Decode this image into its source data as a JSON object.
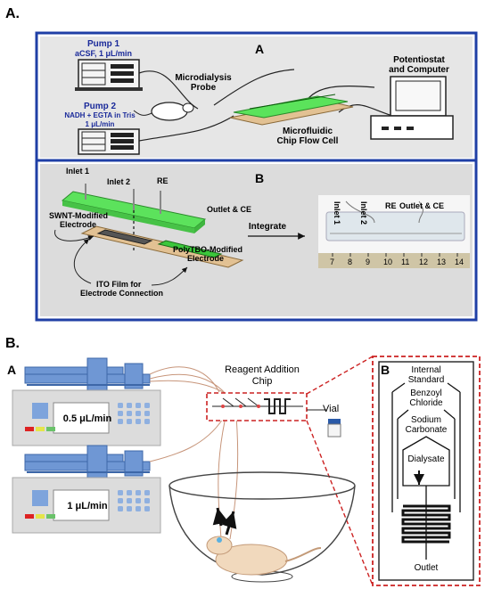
{
  "panelA": {
    "label": "A.",
    "sectionA": {
      "label": "A",
      "pump1": {
        "title": "Pump 1",
        "subtitle": "aCSF, 1 μL/min"
      },
      "pump2": {
        "title": "Pump 2",
        "line1": "NADH + EGTA in Tris",
        "line2": "1 μL/min"
      },
      "probe": {
        "line1": "Microdialysis",
        "line2": "Probe"
      },
      "potentiostat": {
        "line1": "Potentiostat",
        "line2": "and Computer"
      },
      "chip": {
        "line1": "Microfluidic",
        "line2": "Chip Flow Cell"
      }
    },
    "sectionB": {
      "label": "B",
      "inlet1": "Inlet 1",
      "inlet2": "Inlet 2",
      "re": "RE",
      "outlet": "Outlet & CE",
      "swnt": {
        "line1": "SWNT-Modified",
        "line2": "Electrode"
      },
      "polytbo": {
        "line1": "PolyTBO-Modified",
        "line2": "Electrode"
      },
      "ito": {
        "line1": "ITO Film for",
        "line2": "Electrode Connection"
      },
      "integrate": "Integrate",
      "photo": {
        "inlet1": "Inlet 1",
        "inlet2": "Inlet 2",
        "re": "RE",
        "outlet": "Outlet & CE",
        "ruler": [
          "7",
          "8",
          "9",
          "10",
          "11",
          "12",
          "13",
          "14"
        ]
      }
    }
  },
  "panelB": {
    "label": "B.",
    "sectionA": {
      "label": "A",
      "pump1_rate": "0.5 μL/min",
      "pump2_rate": "1 μL/min",
      "chip": {
        "line1": "Reagent Addition",
        "line2": "Chip"
      },
      "vial": "Vial"
    },
    "sectionB": {
      "label": "B",
      "internal": {
        "line1": "Internal",
        "line2": "Standard"
      },
      "benzoyl": {
        "line1": "Benzoyl",
        "line2": "Chloride"
      },
      "sodium": {
        "line1": "Sodium",
        "line2": "Carbonate"
      },
      "dialysate": "Dialysate",
      "outlet": "Outlet"
    }
  }
}
